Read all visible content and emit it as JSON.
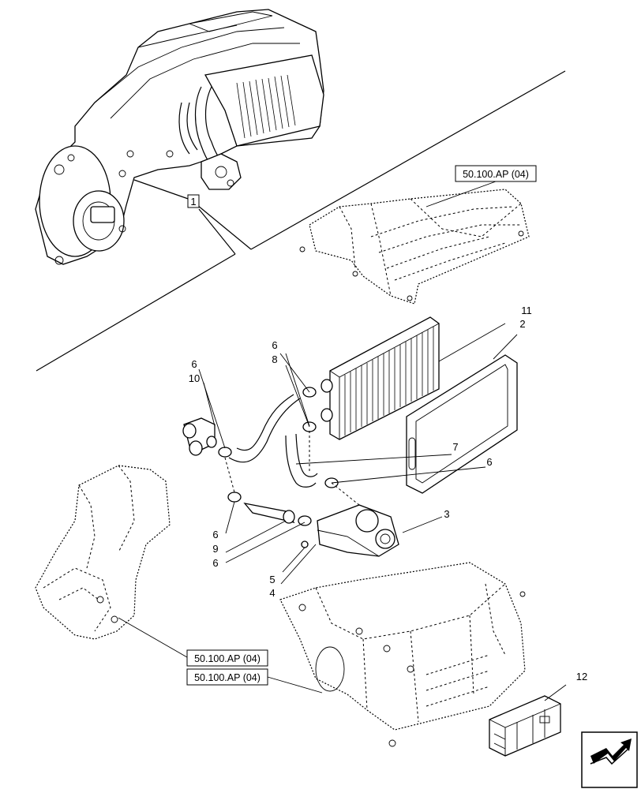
{
  "callouts": {
    "c1": "1",
    "c2": "2",
    "c3": "3",
    "c4": "4",
    "c5": "5",
    "c6a": "6",
    "c6b": "6",
    "c6c": "6",
    "c6d": "6",
    "c6e": "6",
    "c7": "7",
    "c8": "8",
    "c9": "9",
    "c10": "10",
    "c11": "11",
    "c12": "12"
  },
  "references": {
    "ref_top": "50.100.AP (04)",
    "ref_mid": "50.100.AP (04)",
    "ref_bottom": "50.100.AP (04)"
  },
  "icons": {
    "nav": "next-page-arrow-icon"
  }
}
